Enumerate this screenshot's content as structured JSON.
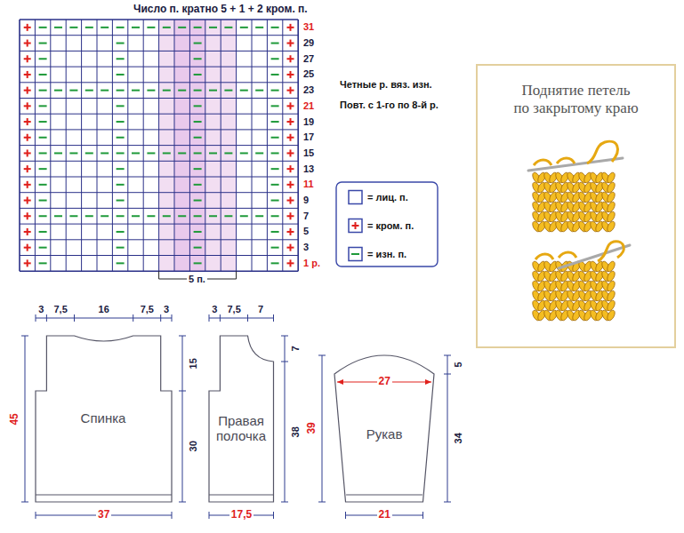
{
  "diagram": {
    "nodes": [
      {
        "text": [
          "Поднятие петель по закрытому краю"
        ]
      },
      {
        "text": [
          "Спинка"
        ]
      },
      {
        "text": [
          "Правая полочка"
        ]
      },
      {
        "text": [
          "Рукав"
        ]
      }
    ],
    "labels": [
      "Число п. кратно 5 + 1 + 2 кром. п.",
      "31",
      "29",
      "27",
      "25",
      "23",
      "21",
      "19",
      "17",
      "15",
      "13",
      "11",
      "9",
      "7",
      "5",
      "3",
      "1 р.",
      "5 п.",
      "Четные р. вяз. изн.",
      "Повт. с 1-го по 8-й р.",
      "3",
      "7,5",
      "16",
      "7,5",
      "3",
      "45",
      "15",
      "30",
      "37",
      "3",
      "7,5",
      "7",
      "7",
      "38",
      "17,5",
      "27",
      "5",
      "39",
      "34",
      "21"
    ],
    "legend": [
      {
        "text": "= лиц. п."
      },
      {
        "text": "= кром. п."
      },
      {
        "text": "= изн. п."
      }
    ]
  }
}
